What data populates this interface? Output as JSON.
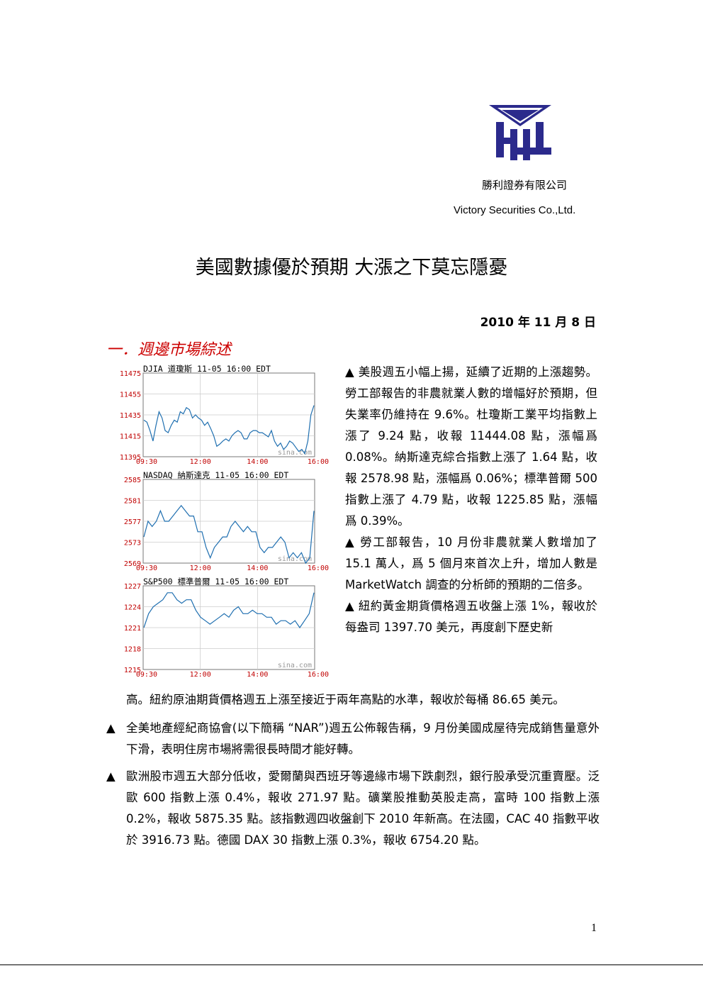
{
  "header": {
    "logo_name": "victory-securities-logo",
    "company_zh": "勝利證券有限公司",
    "company_en": "Victory Securities Co.,Ltd."
  },
  "title": "美國數據優於預期  大漲之下莫忘隱憂",
  "date": "2010 年 11 月 8 日",
  "section_heading": "一．週邊市場綜述",
  "colors": {
    "line": "#1f6fb0",
    "axis_label": "#c00000",
    "section": "#cc0000",
    "logo": "#2b2a8c"
  },
  "chart_data": [
    {
      "type": "line",
      "title": "DJIA  道瓊斯  11-05 16:00 EDT",
      "watermark": "sina.com",
      "x_ticks": [
        "09:30",
        "12:00",
        "14:00",
        "16:00"
      ],
      "y_ticks": [
        "11475",
        "11455",
        "11435",
        "11415",
        "11395"
      ],
      "ylim": [
        11395,
        11475
      ],
      "y_values": [
        11430,
        11428,
        11420,
        11410,
        11425,
        11438,
        11432,
        11420,
        11418,
        11425,
        11430,
        11428,
        11438,
        11436,
        11442,
        11440,
        11432,
        11435,
        11432,
        11430,
        11425,
        11428,
        11422,
        11415,
        11405,
        11407,
        11410,
        11412,
        11410,
        11415,
        11418,
        11420,
        11418,
        11412,
        11412,
        11418,
        11420,
        11420,
        11418,
        11418,
        11416,
        11414,
        11420,
        11410,
        11405,
        11408,
        11402,
        11405,
        11410,
        11408,
        11404,
        11400,
        11402,
        11398,
        11410,
        11435,
        11444
      ]
    },
    {
      "type": "line",
      "title": "NASDAQ  納斯達克  11-05 16:00 EDT",
      "watermark": "sina.com",
      "x_ticks": [
        "09:30",
        "12:00",
        "14:00",
        "16:00"
      ],
      "y_ticks": [
        "2585",
        "2581",
        "2577",
        "2573",
        "2569"
      ],
      "ylim": [
        2569,
        2585
      ],
      "y_values": [
        2574,
        2577,
        2576,
        2577,
        2579,
        2577,
        2577,
        2578,
        2579,
        2580,
        2579,
        2578,
        2578,
        2575,
        2575,
        2572,
        2570,
        2572,
        2573,
        2574,
        2574,
        2576,
        2577,
        2576,
        2575,
        2576,
        2575,
        2575,
        2572,
        2571,
        2572,
        2572,
        2573,
        2574,
        2573,
        2570,
        2571,
        2570,
        2571,
        2569,
        2570,
        2578.98
      ]
    },
    {
      "type": "line",
      "title": "S&P500  標準普爾  11-05 16:00 EDT",
      "watermark": "sina.com",
      "x_ticks": [
        "09:30",
        "12:00",
        "14:00",
        "16:00"
      ],
      "y_ticks": [
        "1227",
        "1224",
        "1221",
        "1218",
        "1215"
      ],
      "ylim": [
        1215,
        1227
      ],
      "y_values": [
        1221,
        1223,
        1224,
        1224.5,
        1225,
        1226,
        1226,
        1225,
        1224.5,
        1225,
        1225,
        1223.5,
        1222.5,
        1222,
        1221.5,
        1222,
        1222.5,
        1223,
        1222.5,
        1223.5,
        1224,
        1223,
        1223,
        1223.5,
        1223,
        1223,
        1222.5,
        1222.5,
        1221.5,
        1222,
        1222,
        1221.5,
        1222,
        1221,
        1222,
        1223,
        1226
      ]
    }
  ],
  "paragraphs": {
    "p1": "▲ 美股週五小幅上揚，延續了近期的上漲趨勢。勞工部報告的非農就業人數的增幅好於預期，但失業率仍維持在 9.6%。杜瓊斯工業平均指數上漲了 9.24 點，收報 11444.08 點，漲幅爲 0.08%。納斯達克綜合指數上漲了 1.64 點，收報 2578.98 點，漲幅爲 0.06%；標準普爾 500 指數上漲了 4.79 點，收報 1225.85 點，漲幅爲 0.39%。",
    "p2": "▲ 勞工部報告，10 月份非農就業人數增加了 15.1 萬人，爲 5 個月來首次上升，增加人數是 MarketWatch 調查的分析師的預期的二倍多。",
    "p3": "▲ 紐約黃金期貨價格週五收盤上漲 1%，報收於每盎司 1397.70 美元，再度創下歷史新",
    "p3_cont": "高。紐約原油期貨價格週五上漲至接近于兩年高點的水準，報收於每桶 86.65 美元。",
    "bullet": "▲",
    "p4": "全美地產經紀商協會(以下簡稱 “NAR”)週五公佈報告稱，9 月份美國成屋待完成銷售量意外下滑，表明住房市場將需很長時間才能好轉。",
    "p5": "歐洲股市週五大部分低收，愛爾蘭與西班牙等邊緣市場下跌劇烈，銀行股承受沉重賣壓。泛歐 600 指數上漲 0.4%，報收 271.97 點。礦業股推動英股走高，富時 100 指數上漲 0.2%，報收 5875.35 點。該指數週四收盤創下 2010 年新高。在法國，CAC 40 指數平收於 3916.73 點。德國 DAX 30 指數上漲 0.3%，報收 6754.20 點。"
  },
  "page_number": "1"
}
